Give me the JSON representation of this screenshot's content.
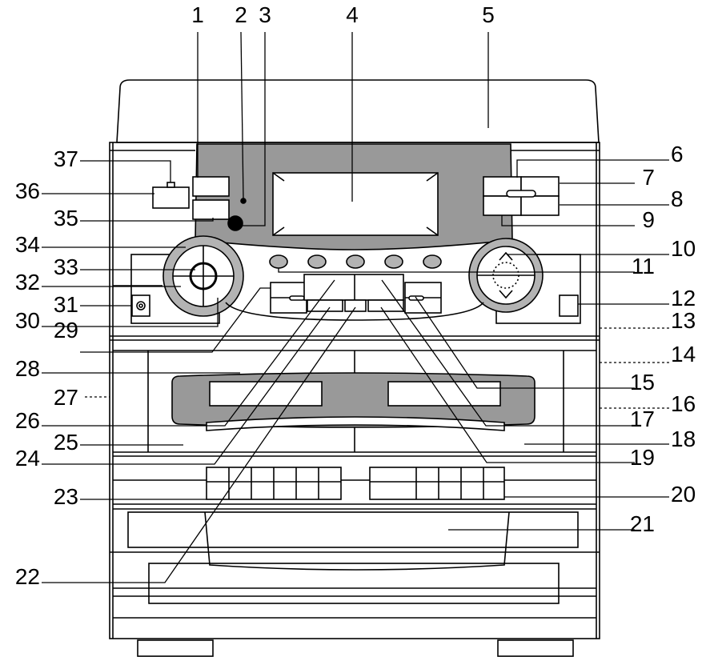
{
  "diagram": {
    "colors": {
      "line": "#000000",
      "panel": "#999999",
      "panel_light": "#b3b3b3",
      "background": "#ffffff"
    },
    "callouts": [
      {
        "number": "1"
      },
      {
        "number": "2"
      },
      {
        "number": "3"
      },
      {
        "number": "4"
      },
      {
        "number": "5"
      },
      {
        "number": "6"
      },
      {
        "number": "7"
      },
      {
        "number": "8"
      },
      {
        "number": "9"
      },
      {
        "number": "10"
      },
      {
        "number": "11"
      },
      {
        "number": "12"
      },
      {
        "number": "13"
      },
      {
        "number": "14"
      },
      {
        "number": "15"
      },
      {
        "number": "16"
      },
      {
        "number": "17"
      },
      {
        "number": "18"
      },
      {
        "number": "19"
      },
      {
        "number": "20"
      },
      {
        "number": "21"
      },
      {
        "number": "22"
      },
      {
        "number": "23"
      },
      {
        "number": "24"
      },
      {
        "number": "25"
      },
      {
        "number": "26"
      },
      {
        "number": "27"
      },
      {
        "number": "28"
      },
      {
        "number": "29"
      },
      {
        "number": "30"
      },
      {
        "number": "31"
      },
      {
        "number": "32"
      },
      {
        "number": "33"
      },
      {
        "number": "34"
      },
      {
        "number": "35"
      },
      {
        "number": "36"
      },
      {
        "number": "37"
      }
    ]
  }
}
